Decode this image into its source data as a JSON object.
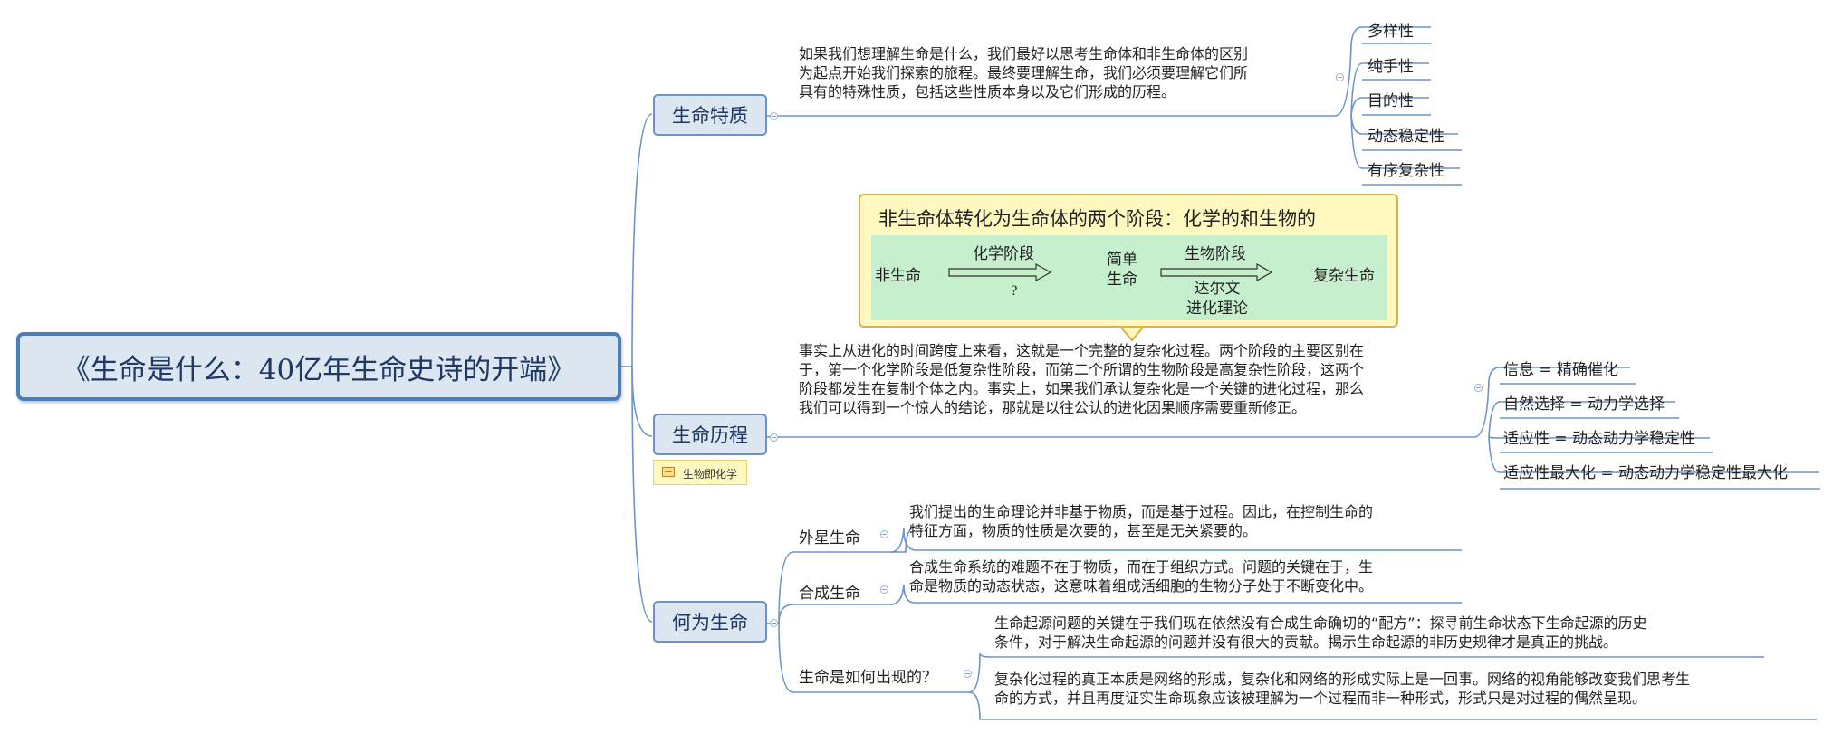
{
  "root": {
    "title": "《生命是什么：40亿年生命史诗的开端》"
  },
  "branches": [
    {
      "label": "生命特质",
      "text": [
        "如果我们想理解生命是什么，我们最好以思考生命体和非生命体的区别",
        "为起点开始我们探索的旅程。最终要理解生命，我们必须要理解它们所",
        "具有的特殊性质，包括这些性质本身以及它们形成的历程。"
      ],
      "leaves": [
        "多样性",
        "纯手性",
        "目的性",
        "动态稳定性",
        "有序复杂性"
      ]
    },
    {
      "label": "生命历程",
      "note": "生物即化学",
      "callout": {
        "title": "非生命体转化为生命体的两个阶段：化学的和生物的",
        "nonlife": "非生命",
        "chem_stage": "化学阶段",
        "question": "?",
        "simple_life": [
          "简单",
          "生命"
        ],
        "bio_stage": "生物阶段",
        "darwin": [
          "达尔文",
          "进化理论"
        ],
        "complex_life": "复杂生命"
      },
      "text": [
        "事实上从进化的时间跨度上来看，这就是一个完整的复杂化过程。两个阶段的主要区别在",
        "于，第一个化学阶段是低复杂性阶段，而第二个所谓的生物阶段是高复杂性阶段，这两个",
        "阶段都发生在复制个体之内。事实上，如果我们承认复杂化是一个关键的进化过程，那么",
        "我们可以得到一个惊人的结论，那就是以往公认的进化因果顺序需要重新修正。"
      ],
      "leaves": [
        "信息 = 精确催化",
        "自然选择 = 动力学选择",
        "适应性 = 动态动力学稳定性",
        "适应性最大化 = 动态动力学稳定性最大化"
      ]
    },
    {
      "label": "何为生命",
      "subs": [
        {
          "label": "外星生命",
          "text": [
            "我们提出的生命理论并非基于物质，而是基于过程。因此，在控制生命的",
            "特征方面，物质的性质是次要的，甚至是无关紧要的。"
          ]
        },
        {
          "label": "合成生命",
          "text": [
            "合成生命系统的难题不在于物质，而在于组织方式。问题的关键在于，生",
            "命是物质的动态状态，这意味着组成活细胞的生物分子处于不断变化中。"
          ]
        },
        {
          "label": "生命是如何出现的？",
          "texts": [
            [
              "生命起源问题的关键在于我们现在依然没有合成生命确切的“配方”：探寻前生命状态下生命起源的历史",
              "条件，对于解决生命起源的问题并没有很大的贡献。揭示生命起源的非历史规律才是真正的挑战。"
            ],
            [
              "复杂化过程的真正本质是网络的形成，复杂化和网络的形成实际上是一回事。网络的视角能够改变我们思考生",
              "命的方式，并且再度证实生命现象应该被理解为一个过程而非一种形式，形式只是对过程的偶然呈现。"
            ]
          ]
        }
      ]
    }
  ],
  "colors": {
    "connector": "#6b93c9",
    "root_border": "#4a7ebb",
    "topic_fill": "#dce6f1",
    "callout_fill": "#fff8bf",
    "callout_inner": "#c6efce"
  }
}
